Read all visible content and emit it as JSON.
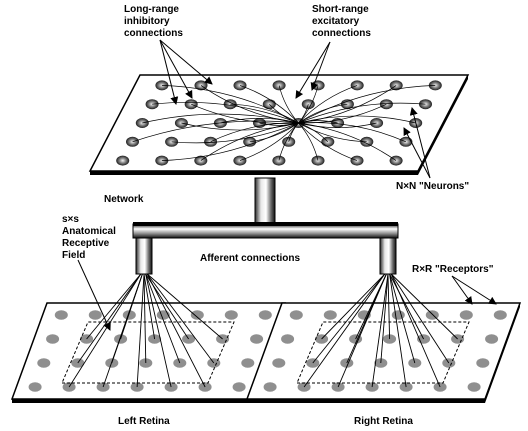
{
  "labels": {
    "long_range": [
      "Long-range",
      "inhibitory",
      "connections"
    ],
    "short_range": [
      "Short-range",
      "excitatory",
      "connections"
    ],
    "network": "Network",
    "neurons": "N×N \"Neurons\"",
    "anatomical": [
      "s×s",
      "Anatomical",
      "Receptive",
      "Field"
    ],
    "afferent": "Afferent connections",
    "receptors": "R×R \"Receptors\"",
    "left_retina": "Left Retina",
    "right_retina": "Right Retina"
  },
  "colors": {
    "ink": "#000000",
    "paper": "#ffffff",
    "neuron_center": "#f4f4f4",
    "neuron_mid": "#8c8c8c",
    "neuron_edge": "#1e1e1e",
    "receptor": "#8f8f8f"
  }
}
